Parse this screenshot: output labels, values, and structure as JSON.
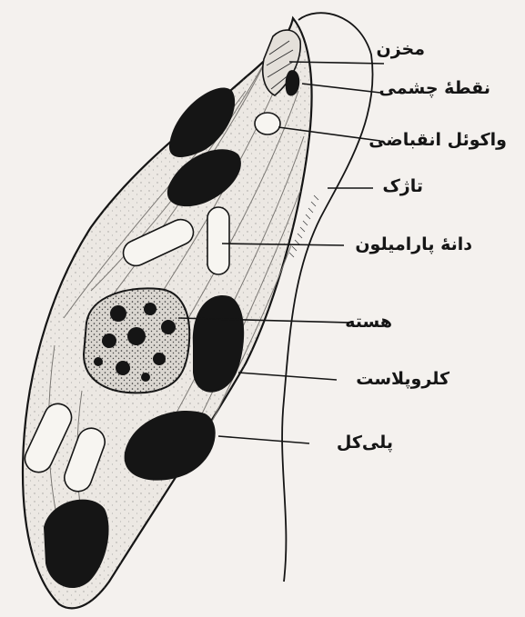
{
  "labels": {
    "reservoir": "مخزن",
    "eyespot": "نقطهٔ چشمی",
    "contractile_vacuole": "واکوئل انقباضی",
    "flagellum": "تاژک",
    "paramylon_granule": "دانهٔ پارامیلون",
    "nucleus": "هسته",
    "chloroplast": "کلروپلاست",
    "pellicle": "پلی‌کل"
  },
  "colors": {
    "background": "#f4f1ee",
    "ink": "#151515",
    "cell_fill": "#ece8e3"
  }
}
